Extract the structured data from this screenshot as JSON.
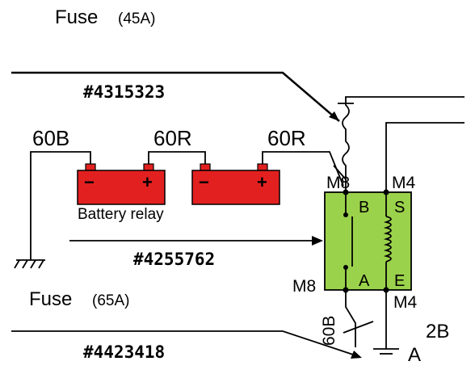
{
  "fuse_top": {
    "label": "Fuse",
    "rating": "(45A)"
  },
  "fuse_bottom": {
    "label": "Fuse",
    "rating": "(65A)"
  },
  "part_numbers": {
    "top": "#4315323",
    "middle": "#4255762",
    "bottom": "#4423418"
  },
  "cables": {
    "left": "60B",
    "middle": "60R",
    "right": "60R",
    "bottom": "60B",
    "output": "2B"
  },
  "battery_relay": {
    "label": "Battery relay",
    "terminal_b": "B",
    "terminal_a": "A",
    "terminal_s": "S",
    "terminal_e": "E",
    "stud_top_left": "M8",
    "stud_top_right": "M4",
    "stud_bottom_left": "M8",
    "stud_bottom_right": "M4",
    "ground_label": "A"
  },
  "battery_terminals": {
    "negative": "−",
    "positive": "+"
  },
  "colors": {
    "battery": "#e32020",
    "relay": "#9bd24b",
    "wire": "#000000"
  }
}
